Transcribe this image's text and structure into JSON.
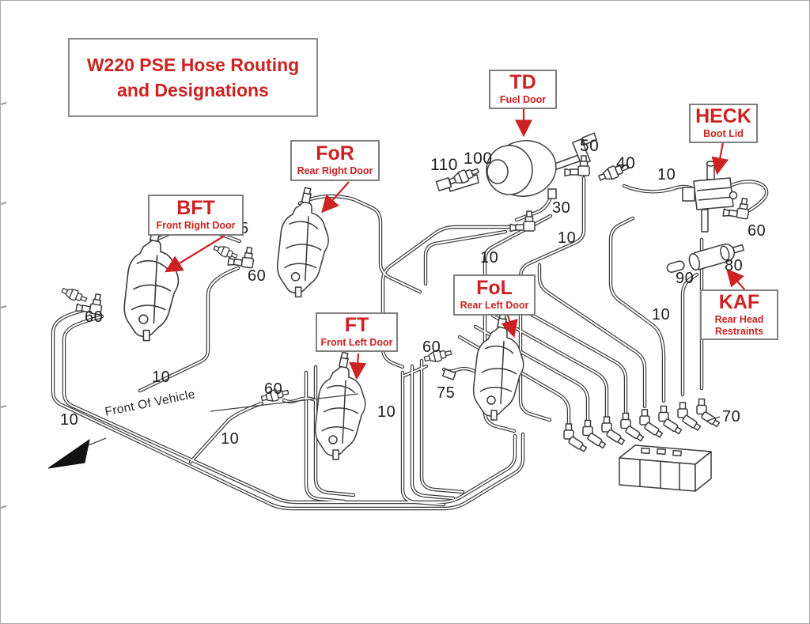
{
  "title": {
    "line1": "W220 PSE Hose Routing",
    "line2": "and Designations"
  },
  "callouts": {
    "td": {
      "code": "TD",
      "desc": "Fuel Door"
    },
    "heck": {
      "code": "HECK",
      "desc": "Boot Lid"
    },
    "for": {
      "code": "FoR",
      "desc": "Rear Right Door"
    },
    "bft": {
      "code": "BFT",
      "desc": "Front Right Door"
    },
    "fol": {
      "code": "FoL",
      "desc": "Rear Left Door"
    },
    "ft": {
      "code": "FT",
      "desc": "Front Left Door"
    },
    "kaf": {
      "code": "KAF",
      "desc1": "Rear Head",
      "desc2": "Restraints"
    }
  },
  "front_of_vehicle_label": "Front Of Vehicle",
  "hose_numbers": [
    {
      "text": "110"
    },
    {
      "text": "100"
    },
    {
      "text": "50"
    },
    {
      "text": "40"
    },
    {
      "text": "10"
    },
    {
      "text": "30"
    },
    {
      "text": "10"
    },
    {
      "text": "10"
    },
    {
      "text": "60"
    },
    {
      "text": "5"
    },
    {
      "text": "60"
    },
    {
      "text": "90"
    },
    {
      "text": "80"
    },
    {
      "text": "60"
    },
    {
      "text": "10"
    },
    {
      "text": "10"
    },
    {
      "text": "10"
    },
    {
      "text": "10"
    },
    {
      "text": "10"
    },
    {
      "text": "60"
    },
    {
      "text": "75"
    },
    {
      "text": "60"
    },
    {
      "text": "70"
    }
  ],
  "colors": {
    "label_red": "#cc2222",
    "line_art": "#3b3b3b",
    "box_border": "#7f7f7f",
    "front_arrow_black": "#111111"
  }
}
